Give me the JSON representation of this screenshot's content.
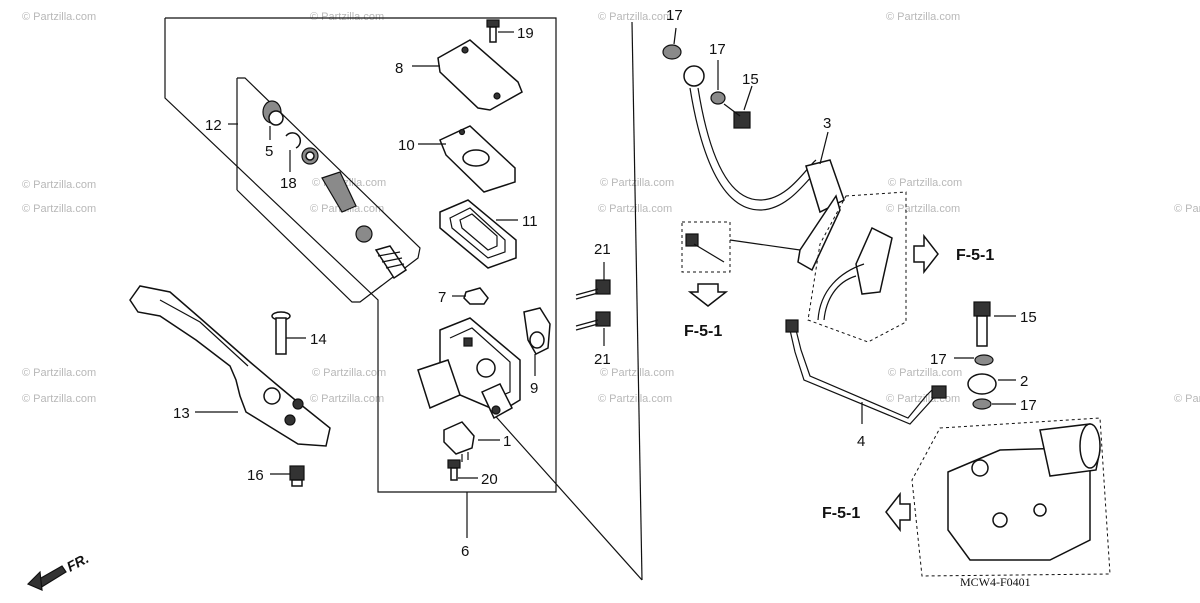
{
  "watermark": {
    "text": "© Partzilla.com"
  },
  "callouts": {
    "c1": "1",
    "c2": "2",
    "c3": "3",
    "c4": "4",
    "c5": "5",
    "c6": "6",
    "c7": "7",
    "c8": "8",
    "c9": "9",
    "c10": "10",
    "c11": "11",
    "c12": "12",
    "c13": "13",
    "c14": "14",
    "c15a": "15",
    "c15b": "15",
    "c16": "16",
    "c17a": "17",
    "c17b": "17",
    "c17c": "17",
    "c17d": "17",
    "c18": "18",
    "c19": "19",
    "c20": "20",
    "c21a": "21",
    "c21b": "21"
  },
  "refs": {
    "r1": "F-5-1",
    "r2": "F-5-1",
    "r3": "F-5-1"
  },
  "diagram_code": "MCW4-F0401",
  "front_marker": "FR.",
  "colors": {
    "ink": "#111111",
    "watermark": "#b8b8b8",
    "background": "#ffffff"
  }
}
